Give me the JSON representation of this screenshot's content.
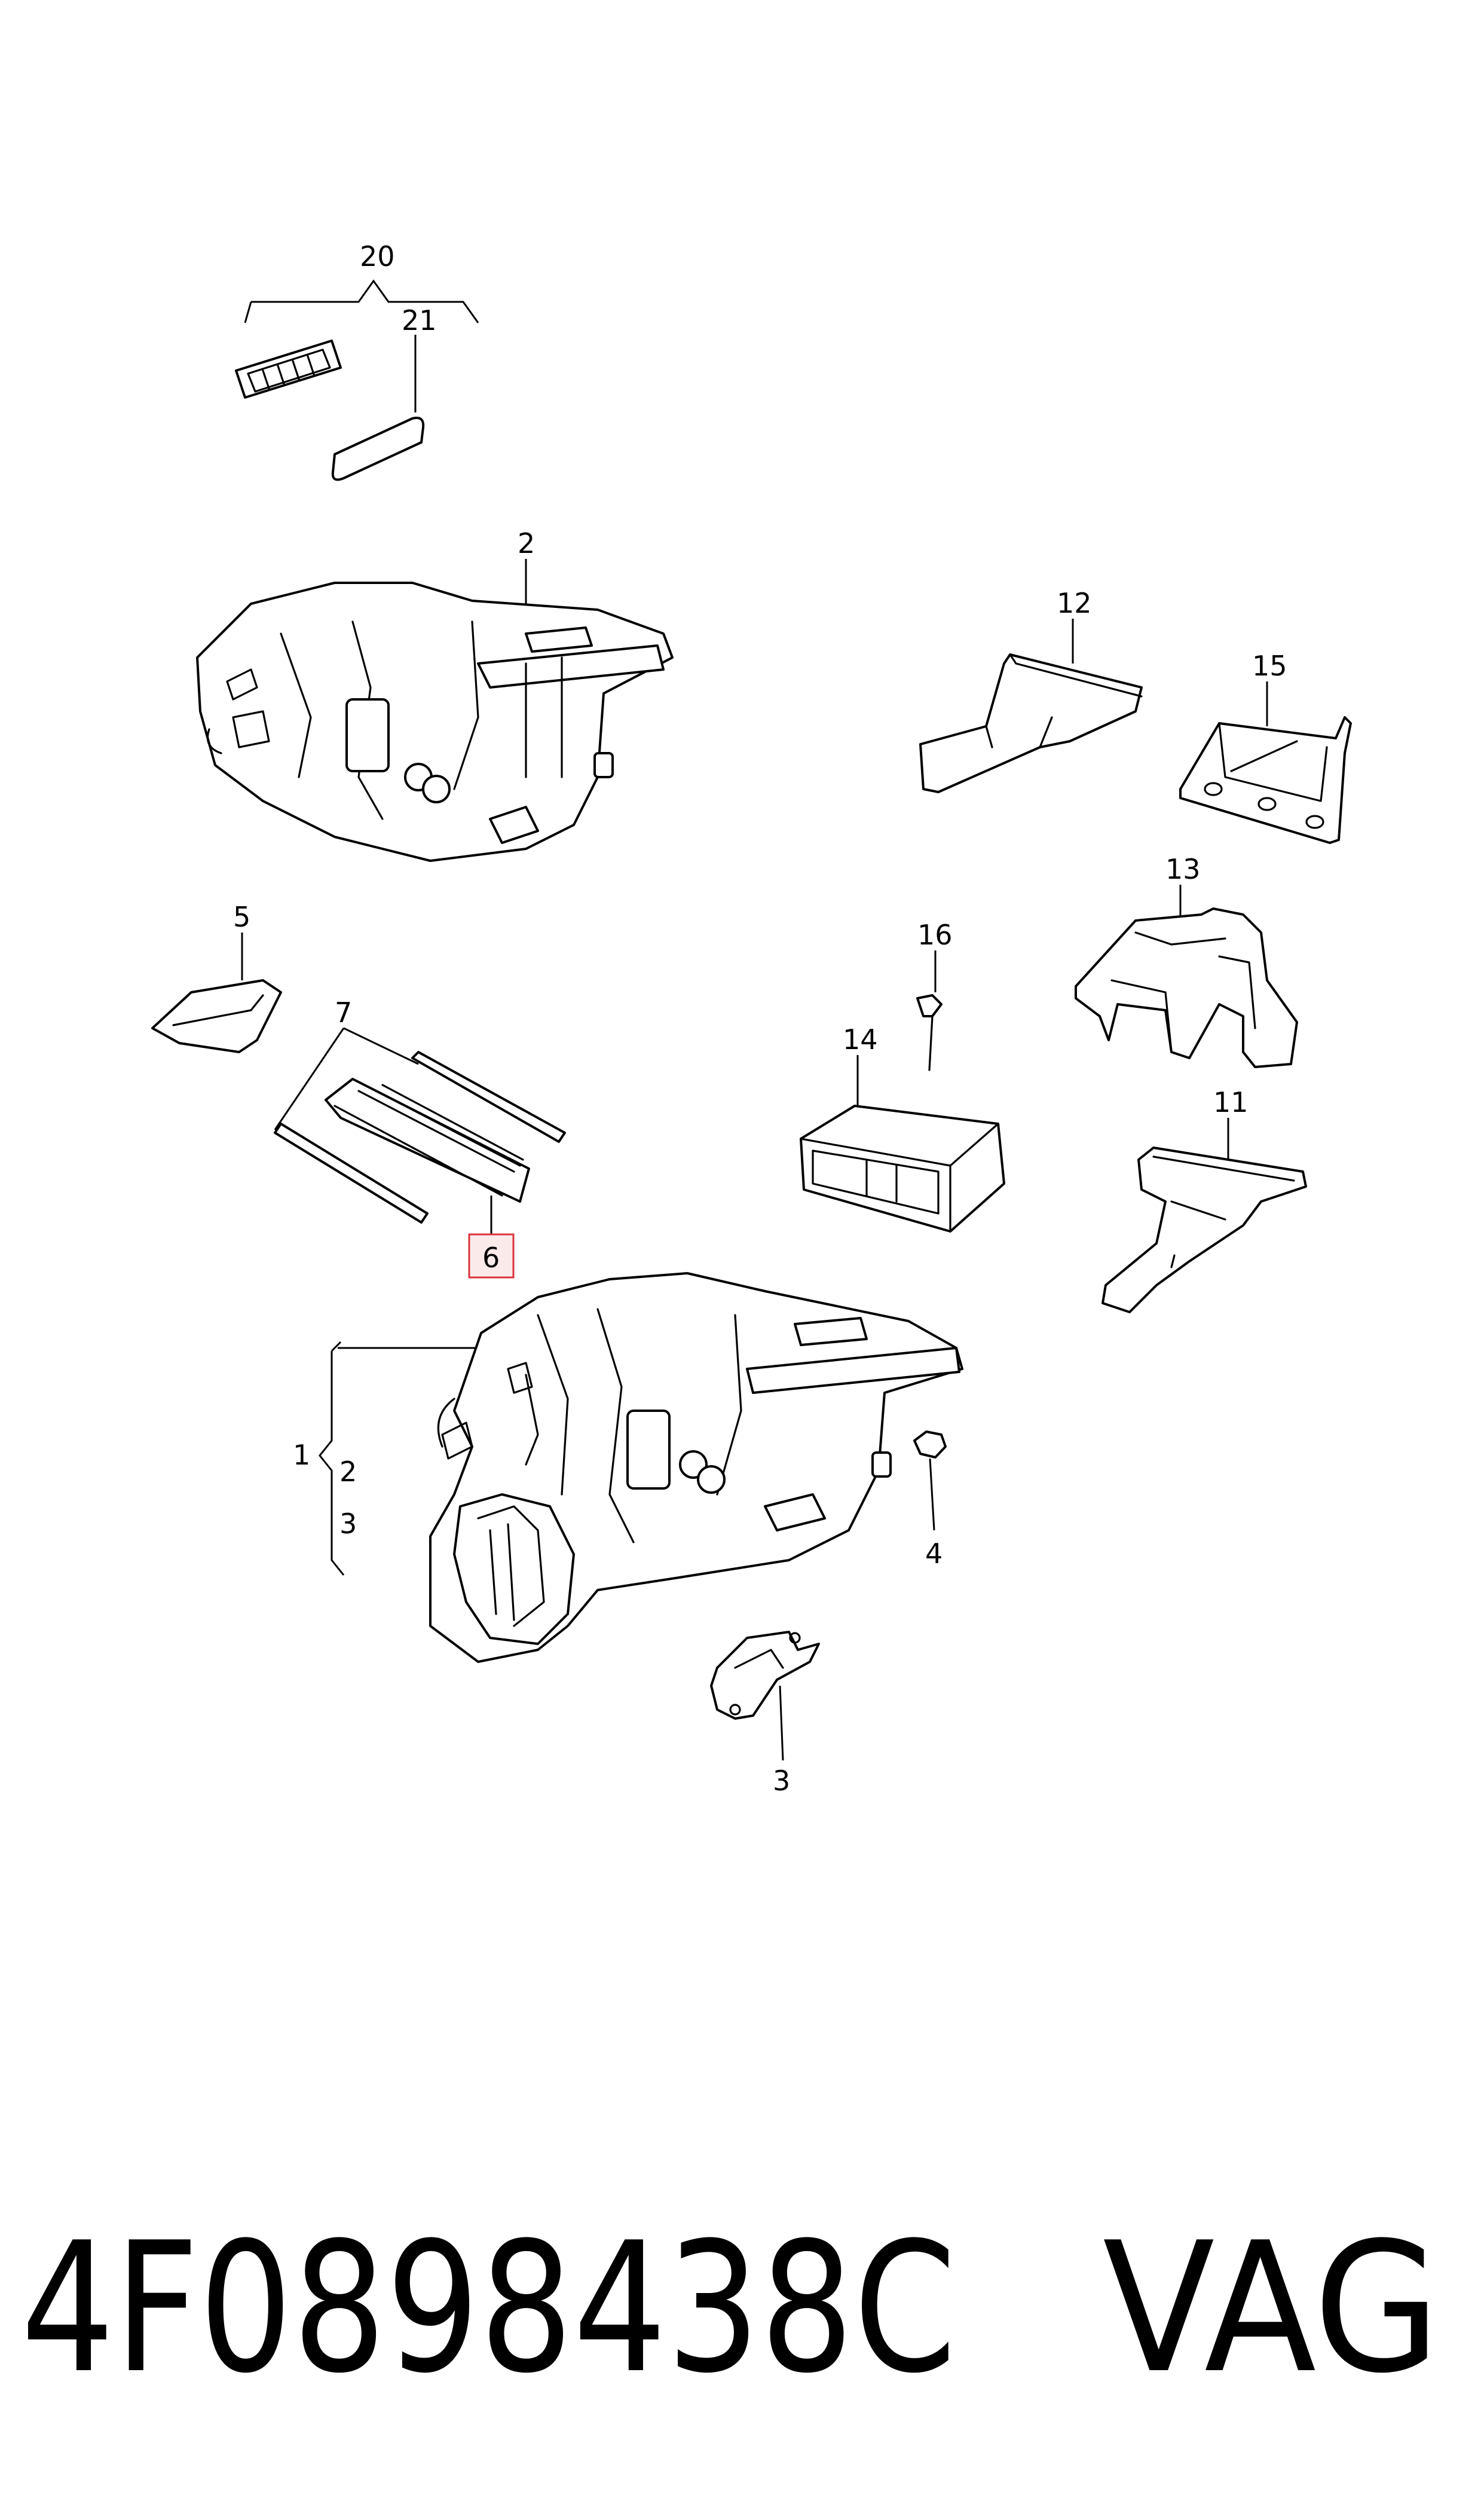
{
  "callouts": {
    "c1": "1",
    "c2": "2",
    "c2b": "2",
    "c3": "3",
    "c3b": "3",
    "c4": "4",
    "c5": "5",
    "c6": "6",
    "c7": "7",
    "c11": "11",
    "c12": "12",
    "c13": "13",
    "c14": "14",
    "c15": "15",
    "c16": "16",
    "c20": "20",
    "c21": "21"
  },
  "highlighted_callout": "6",
  "footer": {
    "part_number": "4F0898438C",
    "brand": "VAG"
  },
  "colors": {
    "line": "#000000",
    "highlight_border": "#d9343a",
    "highlight_fill": "#fbeaea"
  }
}
